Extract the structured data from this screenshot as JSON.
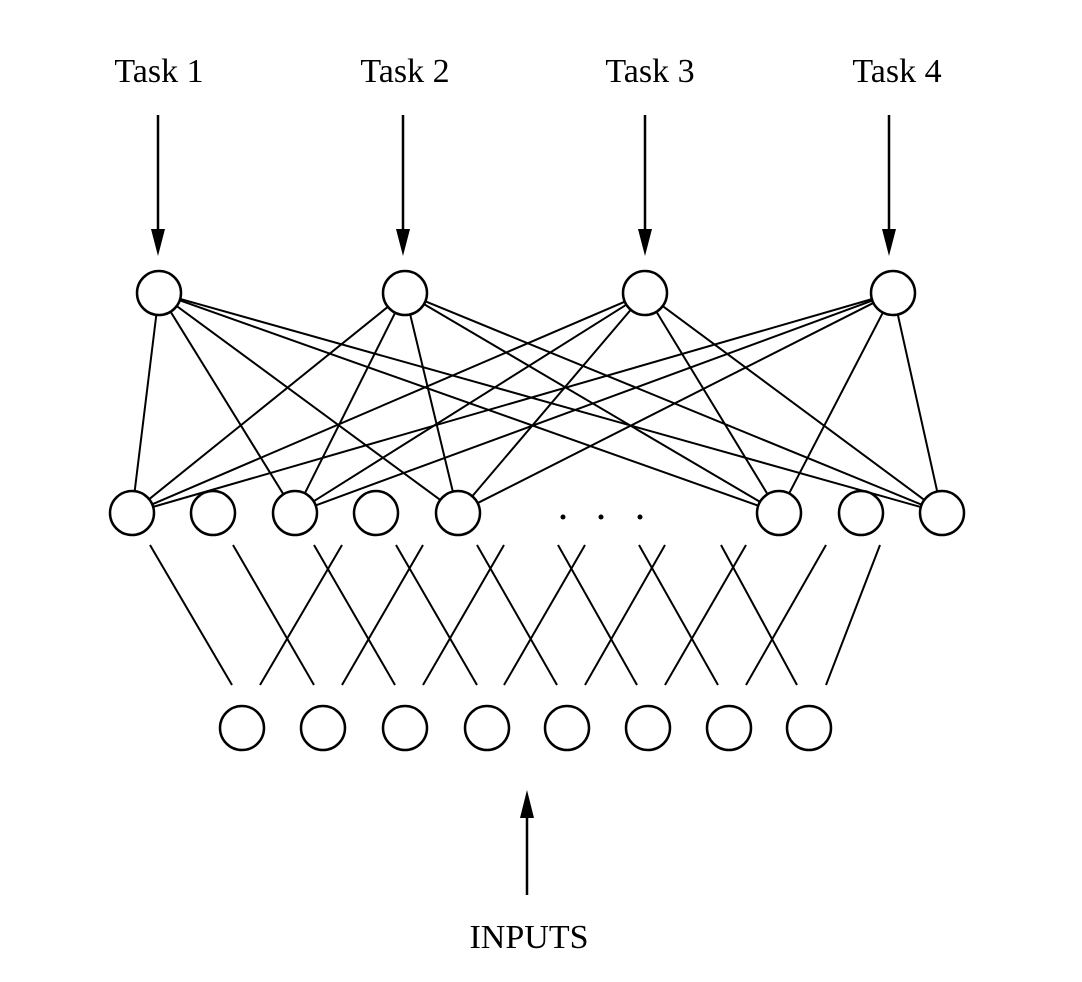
{
  "tasks": [
    {
      "label": "Task 1"
    },
    {
      "label": "Task 2"
    },
    {
      "label": "Task 3"
    },
    {
      "label": "Task 4"
    }
  ],
  "inputs_label": "INPUTS",
  "colors": {
    "stroke": "#000000",
    "background": "#ffffff"
  },
  "layers": {
    "output_nodes": 4,
    "hidden_nodes_visible": 8,
    "hidden_gap_symbol": "ellipsis-dots",
    "input_nodes": 8
  }
}
